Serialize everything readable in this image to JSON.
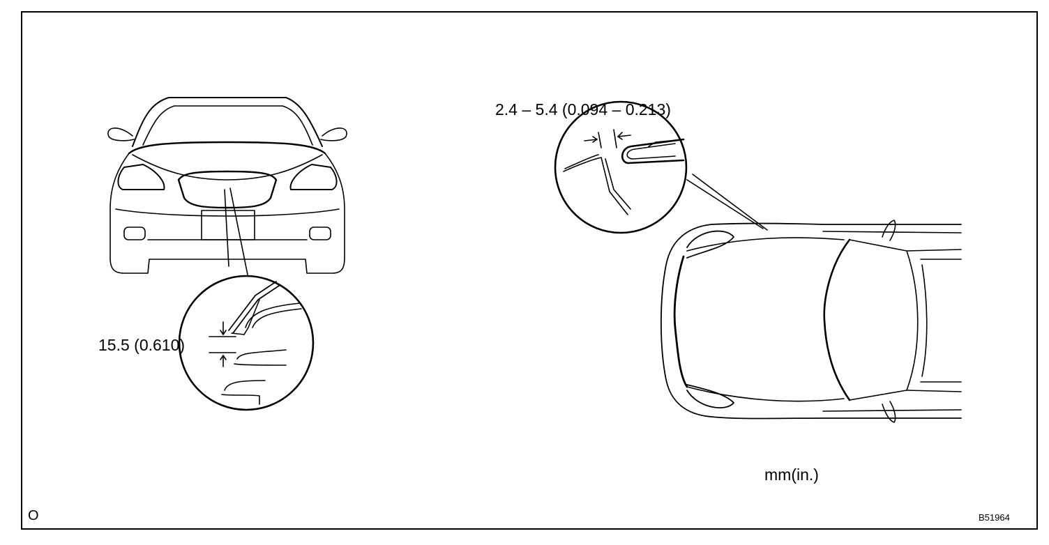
{
  "labels": {
    "front_gap": "15.5 (0.610)",
    "top_gap": "2.4 – 5.4 (0.094 – 0.213)",
    "units": "mm(in.)",
    "corner_mark": "O",
    "figure_code": "B51964"
  },
  "colors": {
    "ink": "#000000",
    "paper": "#ffffff"
  }
}
